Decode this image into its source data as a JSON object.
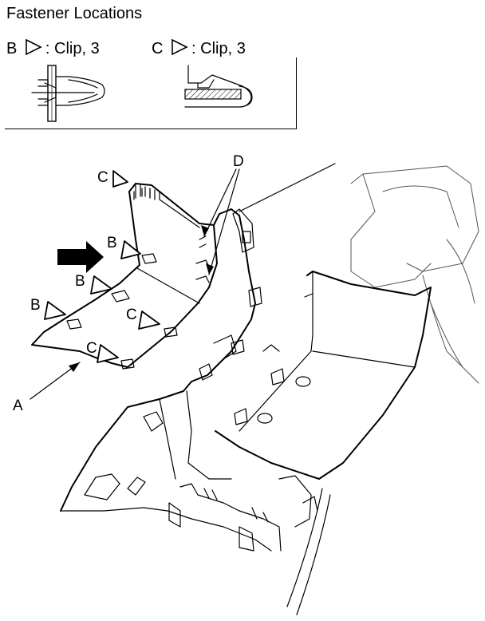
{
  "title": "Fastener Locations",
  "legend": [
    {
      "letter": "B",
      "text": ": Clip, 3"
    },
    {
      "letter": "C",
      "text": ": Clip, 3"
    }
  ],
  "callouts": {
    "A": "A",
    "B": "B",
    "C": "C",
    "D": "D"
  }
}
